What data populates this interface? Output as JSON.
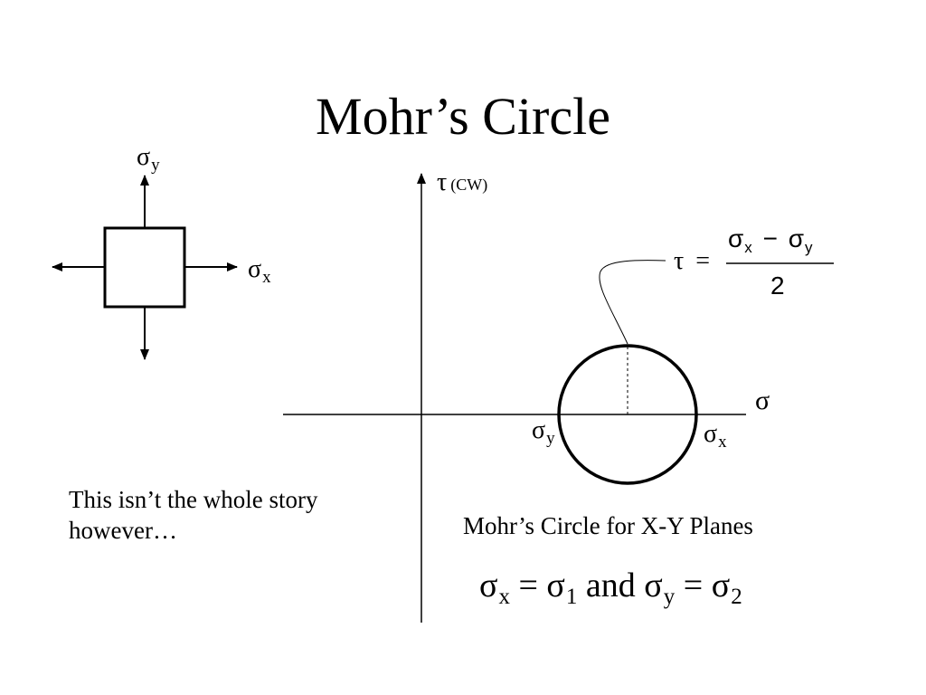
{
  "title": "Mohr’s Circle",
  "element": {
    "sigma_symbol": "σ",
    "sigma_y_sub": "y",
    "sigma_x_sub": "x"
  },
  "plot": {
    "tau_axis_symbol": "τ",
    "tau_axis_note": "(CW)",
    "sigma_axis_symbol": "σ",
    "left_point": {
      "symbol": "σ",
      "sub": "y"
    },
    "right_point": {
      "symbol": "σ",
      "sub": "x"
    }
  },
  "formula": {
    "lhs": "τ",
    "equals": "=",
    "num_sigma_1": "σ",
    "num_sub_1": "x",
    "minus": "−",
    "num_sigma_2": "σ",
    "num_sub_2": "y",
    "denominator": "2"
  },
  "note": "This isn’t the whole story however…",
  "caption": "Mohr’s Circle for X-Y Planes",
  "equation": {
    "sigma": "σ",
    "sub_x": "x",
    "eq": "=",
    "sub_1": "1",
    "and": "and",
    "sub_y": "y",
    "sub_2": "2"
  }
}
